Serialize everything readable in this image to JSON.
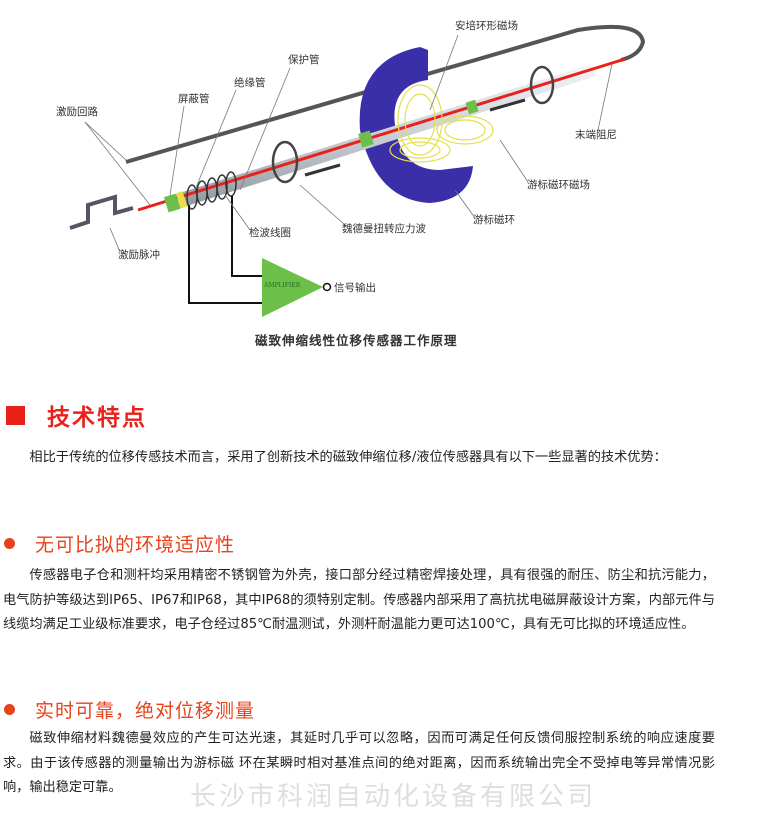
{
  "diagram": {
    "labels": {
      "ampere_field": "安培环形磁场",
      "protect_tube": "保护管",
      "insulate_tube": "绝缘管",
      "shield_tube": "屏蔽管",
      "excite_loop": "激励回路",
      "end_damper": "末端阻尼",
      "magnet_field": "游标磁环磁场",
      "magnet_ring": "游标磁环",
      "wiedemann_wave": "魏德曼扭转应力波",
      "pickup_coil": "检波线圈",
      "excite_pulse": "激励脉冲",
      "signal_out": "信号输出",
      "amplifier": "AMPLIFIER"
    },
    "caption": "磁致伸缩线性位移传感器工作原理",
    "colors": {
      "magnet": "#3a2fa8",
      "rod": "#e8221b",
      "amplifier": "#6cc04a",
      "field": "#e6e04a"
    }
  },
  "section": {
    "title": "技术特点",
    "intro": "相比于传统的位移传感技术而言，采用了创新技术的磁致伸缩位移/液位传感器具有以下一些显著的技术优势：",
    "features": [
      {
        "heading": "无可比拟的环境适应性",
        "body": "传感器电子仓和测杆均采用精密不锈钢管为外壳，接口部分经过精密焊接处理，具有很强的耐压、防尘和抗污能力，电气防护等级达到IP65、IP67和IP68，其中IP68的须特别定制。传感器内部采用了高抗扰电磁屏蔽设计方案，内部元件与线缆均满足工业级标准要求，电子仓经过85℃耐温测试，外测杆耐温能力更可达100℃，具有无可比拟的环境适应性。"
      },
      {
        "heading": "实时可靠，绝对位移测量",
        "body": "磁致伸缩材料魏德曼效应的产生可达光速，其延时几乎可以忽略，因而可满足任何反馈伺服控制系统的响应速度要求。由于该传感器的测量输出为游标磁 环在某瞬时相对基准点间的绝对距离，因而系统输出完全不受掉电等异常情况影响，输出稳定可靠。"
      }
    ]
  },
  "watermark": "长沙市科润自动化设备有限公司"
}
